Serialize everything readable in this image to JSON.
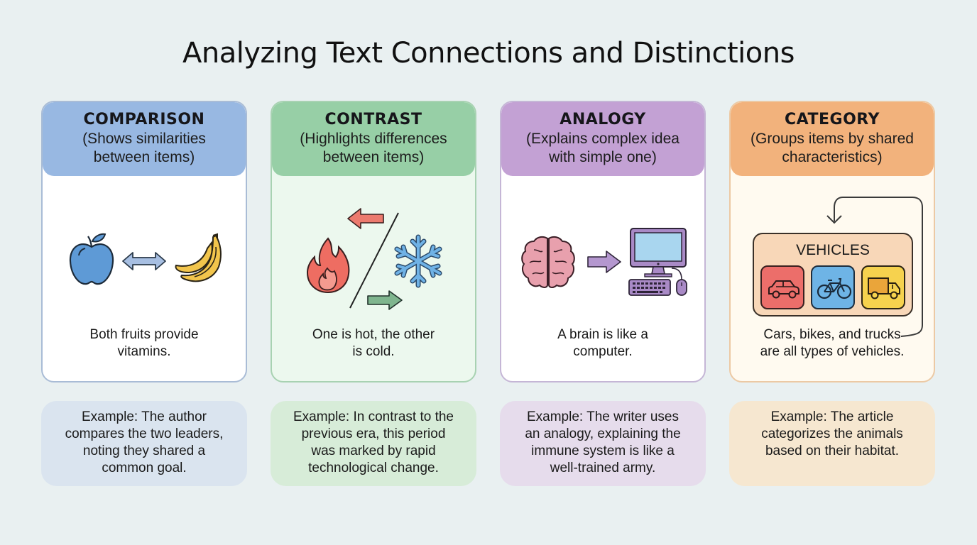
{
  "title": "Analyzing Text Connections and Distinctions",
  "colors": {
    "background": "#e9f0f1",
    "comparison": {
      "header": "#98b8e2",
      "border": "#a9bcd6",
      "body": "#ffffff",
      "example": "#dae4ef"
    },
    "contrast": {
      "header": "#97cfa6",
      "border": "#a8d2b2",
      "body": "#ecf8ee",
      "example": "#d7ecd8"
    },
    "analogy": {
      "header": "#c3a1d4",
      "border": "#c5b6d6",
      "body": "#ffffff",
      "example": "#e6dcec"
    },
    "category": {
      "header": "#f2b27c",
      "border": "#ecc9a4",
      "body": "#fffaf0",
      "example": "#f6e7d0"
    }
  },
  "cards": [
    {
      "name": "COMPARISON",
      "description_line1": "(Shows similarities",
      "description_line2": "between items)",
      "icons": [
        "apple-icon",
        "double-arrow-icon",
        "banana-icon"
      ],
      "caption_line1": "Both fruits provide",
      "caption_line2": "vitamins.",
      "example_lines": [
        "Example: The author",
        "compares the two leaders,",
        "noting they shared a",
        "common goal."
      ]
    },
    {
      "name": "CONTRAST",
      "description_line1": "(Highlights differences",
      "description_line2": "between items)",
      "icons": [
        "left-arrow-icon",
        "fire-icon",
        "divider-slash",
        "snowflake-icon",
        "right-arrow-icon"
      ],
      "caption_line1": "One is hot, the other",
      "caption_line2": "is cold.",
      "example_lines": [
        "Example: In contrast to the",
        "previous era, this period",
        "was marked by rapid",
        "technological change."
      ]
    },
    {
      "name": "ANALOGY",
      "description_line1": "(Explains complex idea",
      "description_line2": "with simple one)",
      "icons": [
        "brain-icon",
        "right-arrow-icon",
        "computer-icon"
      ],
      "caption_line1": "A brain is like a",
      "caption_line2": "computer.",
      "example_lines": [
        "Example: The writer uses",
        "an analogy, explaining the",
        "immune system is like a",
        "well-trained army."
      ]
    },
    {
      "name": "CATEGORY",
      "description_line1": "(Groups items by shared",
      "description_line2": "characteristics)",
      "group_label": "VEHICLES",
      "icons": [
        "car-icon",
        "bicycle-icon",
        "truck-icon",
        "loop-arrow-icon"
      ],
      "caption_line1": "Cars, bikes, and trucks",
      "caption_line2": "are all types of vehicles.",
      "example_lines": [
        "Example: The article",
        "categorizes the animals",
        "based on their habitat."
      ]
    }
  ]
}
